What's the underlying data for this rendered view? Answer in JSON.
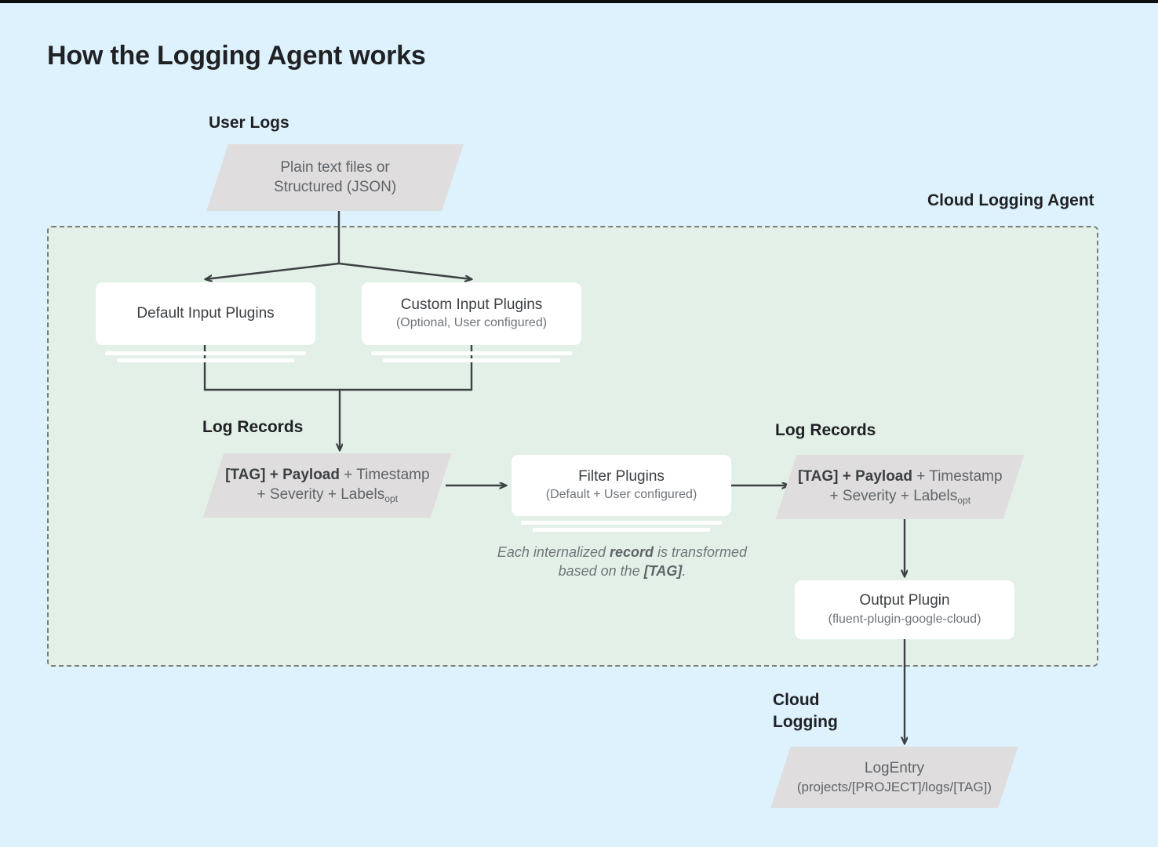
{
  "page": {
    "title": "How the Logging Agent works",
    "background_color": "#ddf2fd",
    "panel_color": "#e3f0e7",
    "shape_color": "#dfdddd",
    "card_color": "#ffffff",
    "line_color": "#3c4043"
  },
  "labels": {
    "user_logs": "User Logs",
    "cloud_logging_agent": "Cloud Logging Agent",
    "log_records_left": "Log Records",
    "log_records_right": "Log Records",
    "cloud_logging": "Cloud\nLogging"
  },
  "shapes": {
    "user_logs_source": {
      "line1": "Plain text files or",
      "line2": "Structured (JSON)"
    },
    "log_record_left": {
      "bold_prefix": "[TAG] + Payload",
      "rest_line1": " + Timestamp",
      "line2_prefix": "+ Severity + Labels",
      "line2_subscript": "opt"
    },
    "log_record_right": {
      "bold_prefix": "[TAG] + Payload",
      "rest_line1": " + Timestamp",
      "line2_prefix": "+ Severity + Labels",
      "line2_subscript": "opt"
    },
    "log_entry": {
      "title": "LogEntry",
      "subtitle": "(projects/[PROJECT]/logs/[TAG])"
    }
  },
  "cards": {
    "default_input": {
      "title": "Default Input Plugins",
      "subtitle": ""
    },
    "custom_input": {
      "title": "Custom Input Plugins",
      "subtitle": "(Optional, User configured)"
    },
    "filter": {
      "title": "Filter Plugins",
      "subtitle": "(Default + User configured)"
    },
    "output": {
      "title": "Output Plugin",
      "subtitle": "(fluent-plugin-google-cloud)"
    }
  },
  "note": {
    "part1": "Each internalized ",
    "bold1": "record",
    "part2": " is transformed based on the ",
    "bold2": "[TAG]",
    "part3": "."
  }
}
